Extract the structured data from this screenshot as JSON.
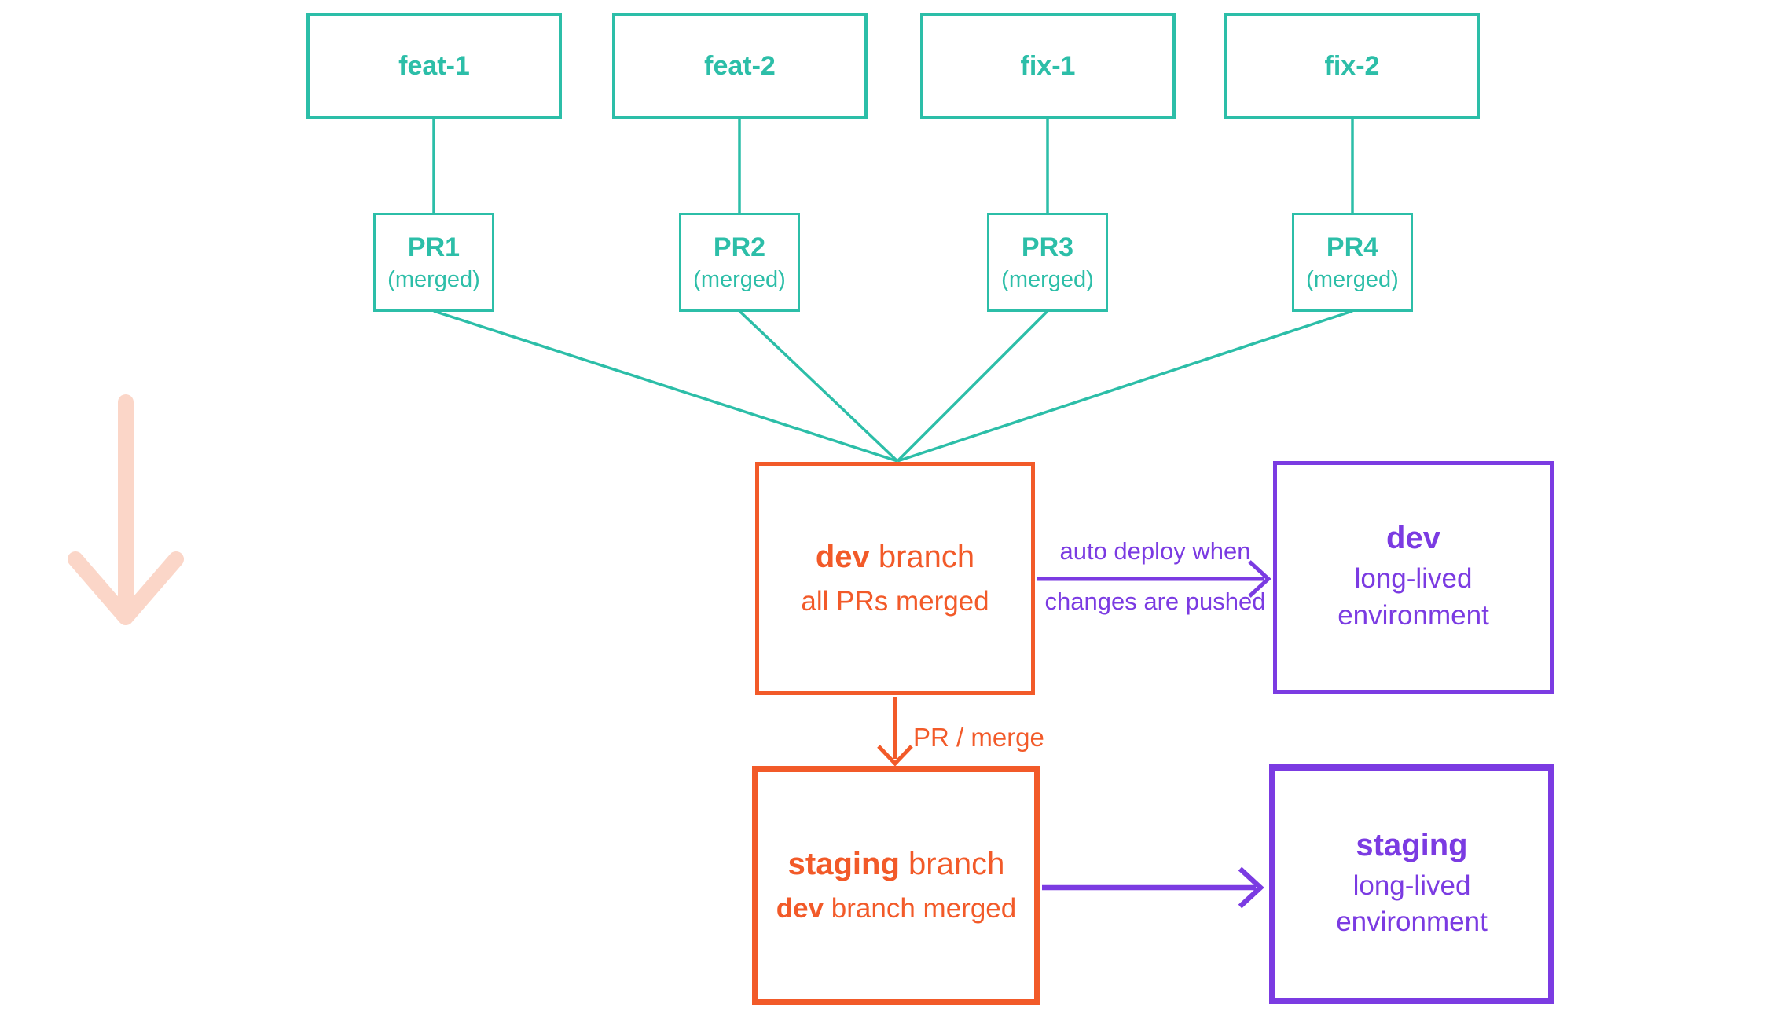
{
  "palette": {
    "teal": "#2CBEA8",
    "orange": "#F25A29",
    "purple": "#7B3BE2",
    "pink": "#FBD6C8",
    "background": "#FFFFFF"
  },
  "feature_branches": [
    {
      "label": "feat-1"
    },
    {
      "label": "feat-2"
    },
    {
      "label": "fix-1"
    },
    {
      "label": "fix-2"
    }
  ],
  "pull_requests": [
    {
      "name": "PR1",
      "status": "(merged)"
    },
    {
      "name": "PR2",
      "status": "(merged)"
    },
    {
      "name": "PR3",
      "status": "(merged)"
    },
    {
      "name": "PR4",
      "status": "(merged)"
    }
  ],
  "dev_branch": {
    "title_bold": "dev",
    "title_rest": " branch",
    "subtitle": "all PRs merged"
  },
  "staging_branch": {
    "title_bold": "staging",
    "title_rest": " branch",
    "subtitle_bold": "dev",
    "subtitle_rest": " branch merged"
  },
  "dev_environment": {
    "name": "dev",
    "line1": "long-lived",
    "line2": "environment"
  },
  "staging_environment": {
    "name": "staging",
    "line1": "long-lived",
    "line2": "environment"
  },
  "labels": {
    "auto_deploy_line1": "auto deploy when",
    "auto_deploy_line2": "changes are pushed",
    "pr_merge": "PR / merge"
  }
}
